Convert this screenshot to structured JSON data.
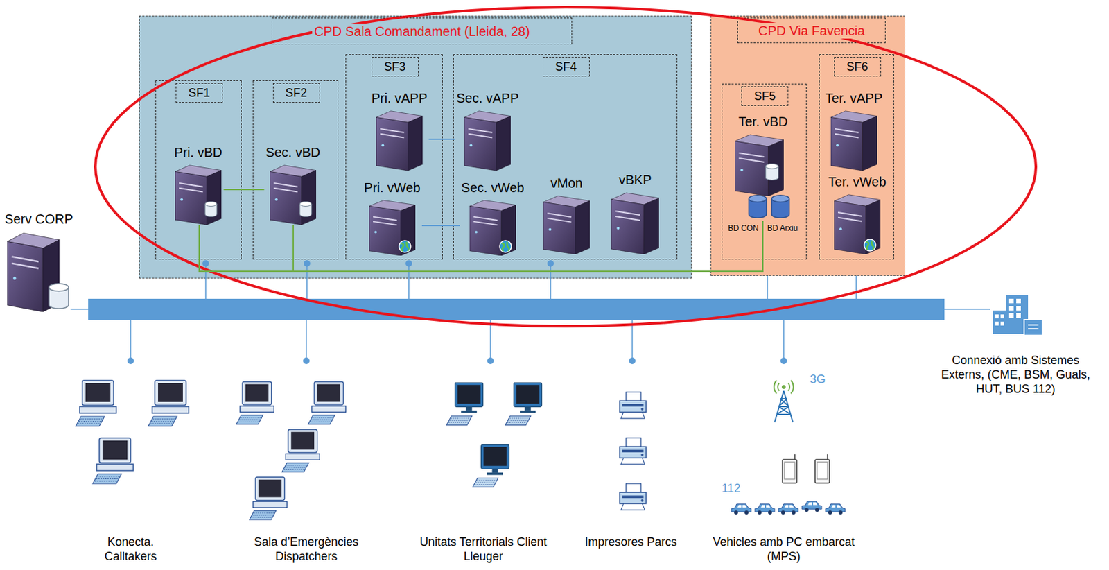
{
  "diagram": {
    "nodes": [
      {
        "text": [
          "CPD Sala Comandament (Lleida, 28)"
        ]
      },
      {
        "text": [
          "SF1"
        ],
        "in": 0
      },
      {
        "text": [
          "Pri. vBD"
        ],
        "in": 1
      },
      {
        "text": [
          "SF2"
        ],
        "in": 0
      },
      {
        "text": [
          "Sec. vBD"
        ],
        "in": 3
      },
      {
        "text": [
          "SF3"
        ],
        "in": 0
      },
      {
        "text": [
          "Pri. vAPP"
        ],
        "in": 5
      },
      {
        "text": [
          "Pri. vWeb"
        ],
        "in": 5
      },
      {
        "text": [
          "SF4"
        ],
        "in": 0
      },
      {
        "text": [
          "Sec. vAPP"
        ],
        "in": 8
      },
      {
        "text": [
          "Sec. vWeb"
        ],
        "in": 8
      },
      {
        "text": [
          "vMon"
        ],
        "in": 8
      },
      {
        "text": [
          "vBKP"
        ],
        "in": 8
      },
      {
        "text": [
          "CPD Via Favencia"
        ]
      },
      {
        "text": [
          "SF5"
        ],
        "in": 13
      },
      {
        "text": [
          "Ter. vBD"
        ],
        "in": 14
      },
      {
        "text": [
          "SF6"
        ],
        "in": 13
      },
      {
        "text": [
          "Ter. vAPP"
        ],
        "in": 16
      },
      {
        "text": [
          "Ter. vWeb"
        ],
        "in": 16
      },
      {
        "text": [
          "Serv CORP"
        ]
      },
      {
        "text": [
          "Konecta. Calltakers"
        ]
      },
      {
        "text": [
          "Sala d’Emergències Dispatchers"
        ]
      },
      {
        "text": [
          "Unitats Territorials Client Lleuger"
        ]
      },
      {
        "text": [
          "Impresores Parcs"
        ]
      },
      {
        "text": [
          "Vehicles amb PC embarcat (MPS)"
        ]
      },
      {
        "text": [
          "Connexió amb Sistemes Externs, (CME, BSM, Guals, HUT, BUS 112)"
        ]
      }
    ],
    "edges": [
      {
        "from": 2,
        "to": 4,
        "arrow": "none"
      },
      {
        "from": 6,
        "to": 9,
        "arrow": "none"
      },
      {
        "from": 7,
        "to": 10,
        "arrow": "none"
      },
      {
        "from": 2,
        "to": 15,
        "arrow": "none"
      },
      {
        "from": 4,
        "to": 15,
        "arrow": "none"
      }
    ],
    "labels": [
      "BD CON",
      "BD Arxiu",
      "3G",
      "112"
    ]
  }
}
